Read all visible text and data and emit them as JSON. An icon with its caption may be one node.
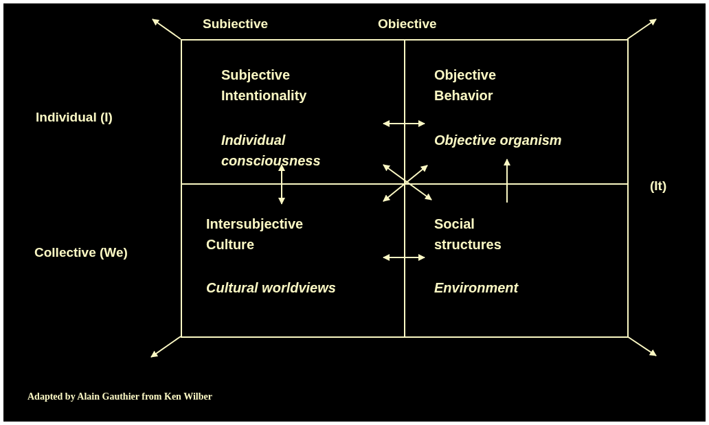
{
  "diagram": {
    "caption": "Adapted by Alain Gauthier from Ken Wilber",
    "nodes": [
      {
        "text": [
          "Subjective Intentionality",
          "Individual consciousness"
        ]
      },
      {
        "text": [
          "Objective Behavior",
          "Objective organism"
        ]
      },
      {
        "text": [
          "Intersubjective Culture",
          "Cultural worldviews"
        ]
      },
      {
        "text": [
          "Social structures",
          "Environment"
        ]
      }
    ],
    "edges": [
      {
        "from": 0,
        "to": 1,
        "arrow": "both"
      },
      {
        "from": 0,
        "to": 2,
        "arrow": "both"
      },
      {
        "from": 2,
        "to": 3,
        "arrow": "both"
      },
      {
        "from": 0,
        "to": 3,
        "arrow": "both"
      },
      {
        "from": 1,
        "to": 2,
        "arrow": "both"
      },
      {
        "from": 3,
        "to": 1,
        "arrow": "to"
      },
      {
        "from": 0,
        "to": null,
        "arrow": "to"
      },
      {
        "from": 1,
        "to": null,
        "arrow": "to"
      },
      {
        "from": 2,
        "to": null,
        "arrow": "to"
      },
      {
        "from": 3,
        "to": null,
        "arrow": "to"
      }
    ],
    "labels": [
      "Subiective",
      "Obiective",
      "Individual (I)",
      "(It)",
      "Collective (We)"
    ]
  }
}
